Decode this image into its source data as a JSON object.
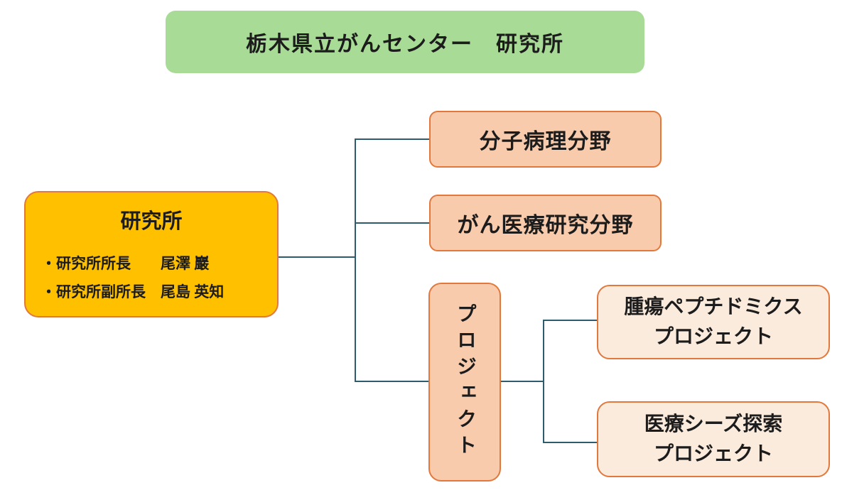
{
  "colors": {
    "title_box_fill": "#A8DB96",
    "institute_fill": "#FFC000",
    "branch_fill": "#F8CBAD",
    "project_fill": "#FBEBDD",
    "box_border": "#E2783C",
    "connector": "#2E5B6D",
    "text": "#1C1C1C"
  },
  "org_chart": {
    "title": "栃木県立がんセンター　研究所",
    "institute": {
      "label": "研究所",
      "members": [
        "・研究所所長　　尾澤 巖",
        "・研究所副所長　尾島 英知"
      ]
    },
    "divisions": [
      {
        "label": "分子病理分野"
      },
      {
        "label": "がん医療研究分野"
      }
    ],
    "project_group": {
      "label": "プロジェクト"
    },
    "projects": [
      {
        "label": "腫瘍ペプチドミクス\nプロジェクト"
      },
      {
        "label": "医療シーズ探索\nプロジェクト"
      }
    ]
  }
}
